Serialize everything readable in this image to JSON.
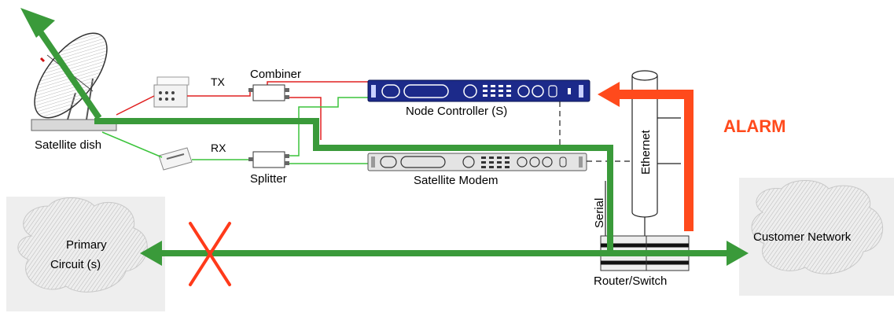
{
  "labels": {
    "satellite_dish": "Satellite dish",
    "tx": "TX",
    "rx": "RX",
    "combiner": "Combiner",
    "splitter": "Splitter",
    "node_controller": "Node Controller (S)",
    "satellite_modem": "Satellite Modem",
    "alarm": "ALARM",
    "ethernet": "Ethernet",
    "serial": "Serial",
    "primary_circuit_line1": "Primary",
    "primary_circuit_line2": "Circuit (s)",
    "customer_network": "Customer Network",
    "router_switch": "Router/Switch"
  },
  "colors": {
    "data_path": "#3a9a3a",
    "alarm": "#ff4a1c",
    "tx_line": "#e02020",
    "rx_line": "#3cc43c",
    "node_controller_body": "#1c2a8a",
    "cloud": "#e4e4e4",
    "failure_x": "#ff3a1a"
  },
  "icons": {
    "satellite_dish": "satellite-dish-icon",
    "tx_unit": "transmitter-icon",
    "rx_unit": "receiver-icon",
    "combiner": "combiner-icon",
    "splitter": "splitter-icon",
    "node_controller": "rack-unit-icon",
    "satellite_modem": "rack-unit-icon",
    "ethernet": "ethernet-bus-icon",
    "router": "router-switch-icon",
    "cloud": "cloud-icon",
    "failure": "x-mark-icon"
  }
}
